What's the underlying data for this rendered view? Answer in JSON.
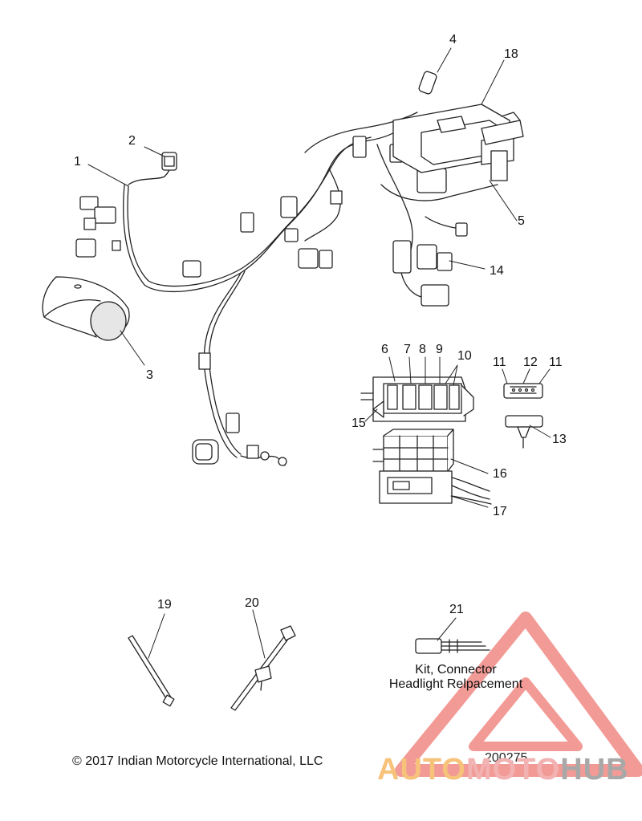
{
  "callouts": [
    {
      "id": "1",
      "text": "1"
    },
    {
      "id": "2",
      "text": "2"
    },
    {
      "id": "3",
      "text": "3"
    },
    {
      "id": "4",
      "text": "4"
    },
    {
      "id": "5",
      "text": "5"
    },
    {
      "id": "6",
      "text": "6"
    },
    {
      "id": "7",
      "text": "7"
    },
    {
      "id": "8",
      "text": "8"
    },
    {
      "id": "9",
      "text": "9"
    },
    {
      "id": "10",
      "text": "10"
    },
    {
      "id": "11a",
      "text": "11"
    },
    {
      "id": "11b",
      "text": "11"
    },
    {
      "id": "12",
      "text": "12"
    },
    {
      "id": "13",
      "text": "13"
    },
    {
      "id": "14",
      "text": "14"
    },
    {
      "id": "15",
      "text": "15"
    },
    {
      "id": "16",
      "text": "16"
    },
    {
      "id": "17",
      "text": "17"
    },
    {
      "id": "18",
      "text": "18"
    },
    {
      "id": "19",
      "text": "19"
    },
    {
      "id": "20",
      "text": "20"
    },
    {
      "id": "21",
      "text": "21"
    }
  ],
  "kit_label": {
    "line1": "Kit, Connector",
    "line2": "Headlight Relpacement"
  },
  "copyright": "© 2017 Indian Motorcycle International, LLC",
  "diagram_number": "200275",
  "watermark": {
    "part1": "AUTO",
    "part2": "MOTO",
    "part3": "HUB",
    "colors": {
      "part1": "#f7c27a",
      "part2": "#f2b2b2",
      "part3": "#a8a8a8",
      "triangle": "#e8483f"
    }
  }
}
